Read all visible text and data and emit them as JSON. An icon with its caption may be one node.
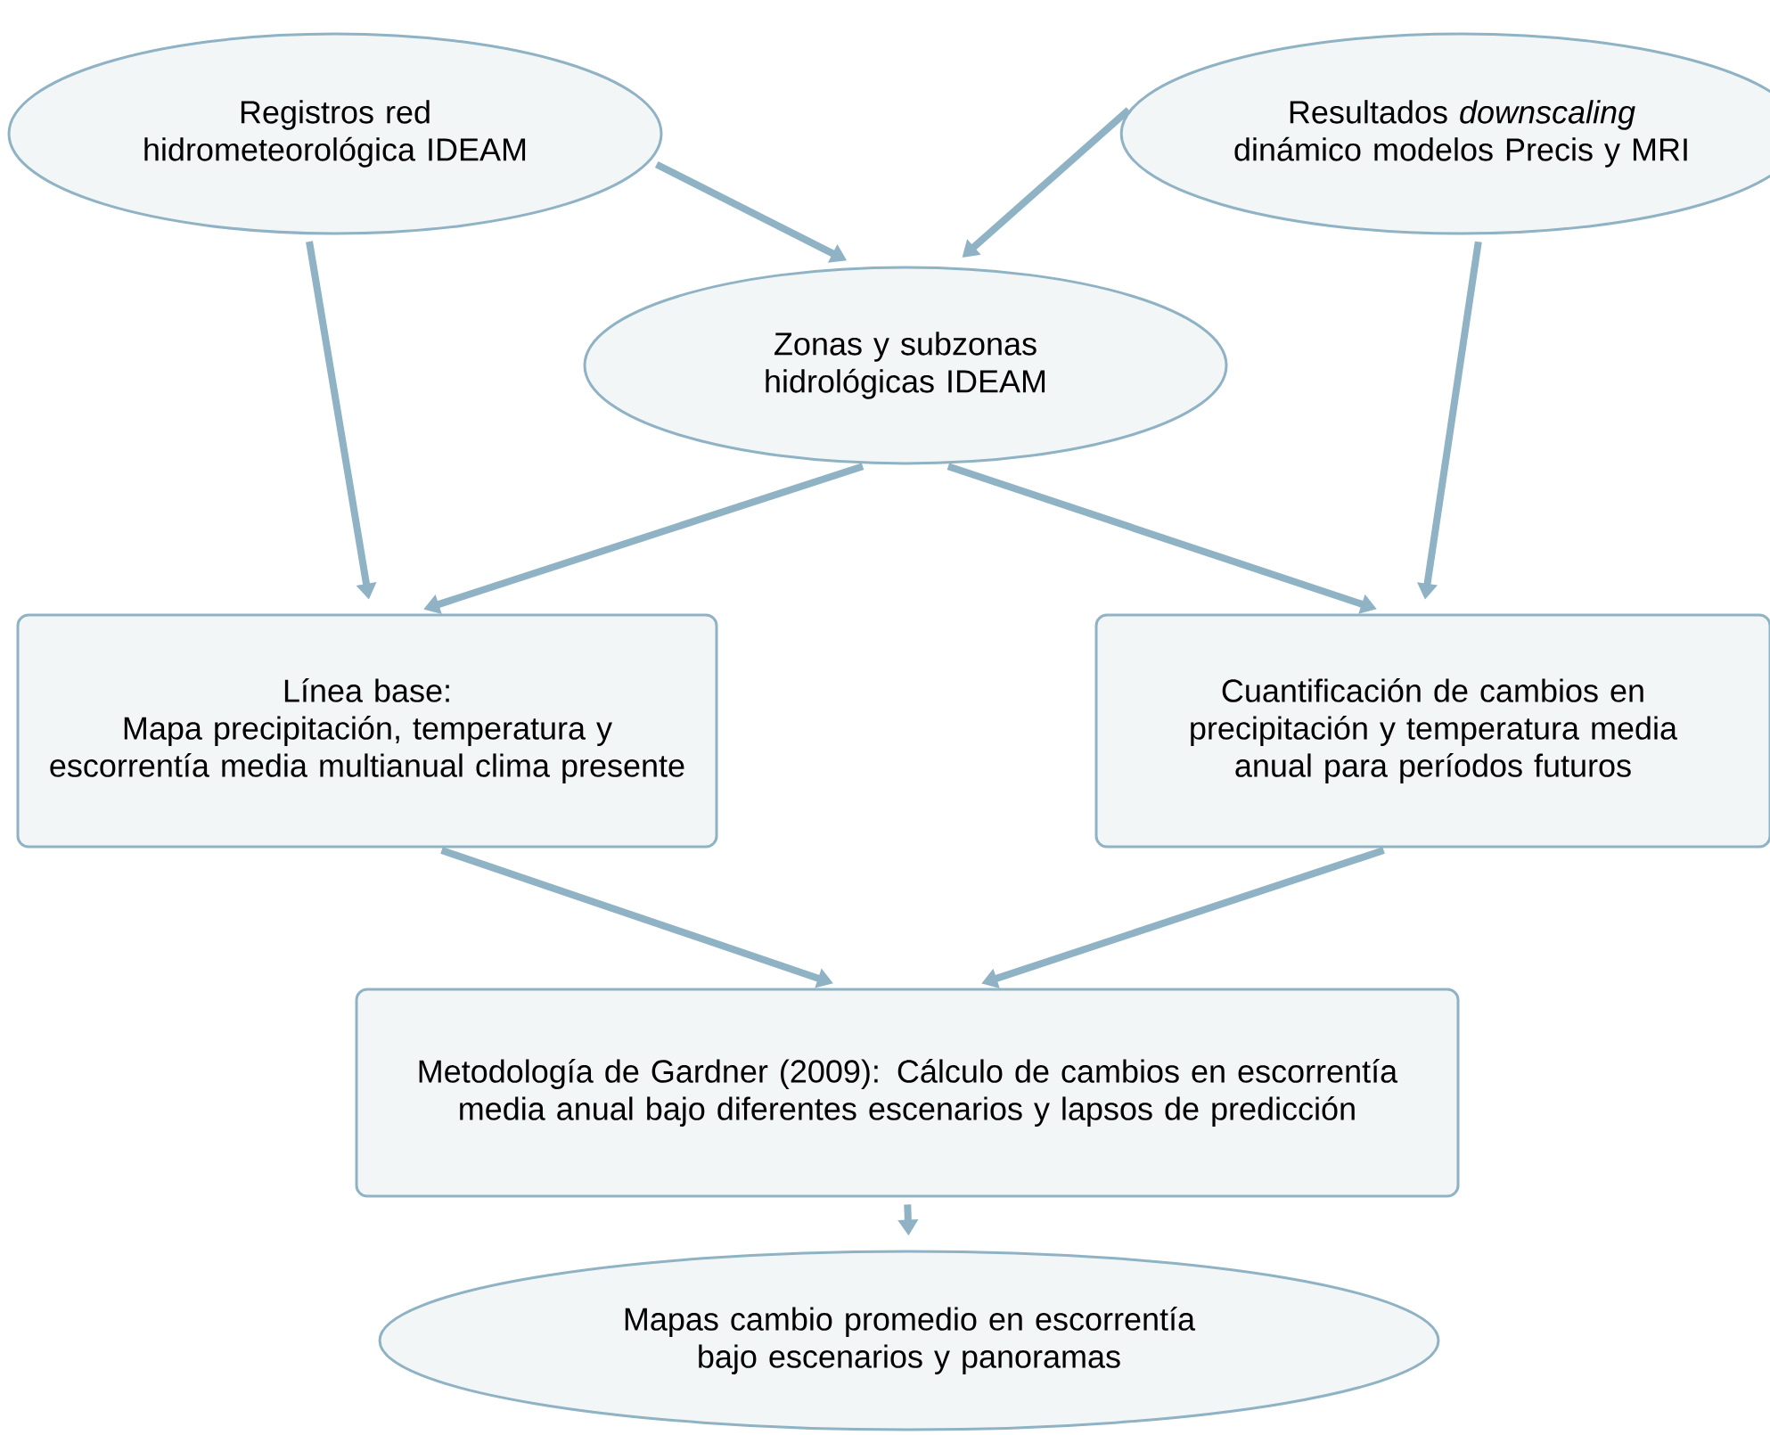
{
  "diagram": {
    "nodes": [
      {
        "text": [
          "Registros red hidrometeorológica IDEAM"
        ]
      },
      {
        "text": [
          "Resultados *downscaling* dinámico modelos Precis y MRI"
        ]
      },
      {
        "text": [
          "Zonas y subzonas hidrológicas IDEAM"
        ]
      },
      {
        "text": [
          "Línea base:",
          "Mapa precipitación, temperatura y escorrentía media multianual clima presente"
        ]
      },
      {
        "text": [
          "Cuantificación de cambios en precipitación y temperatura media anual para períodos futuros"
        ]
      },
      {
        "text": [
          "Metodología de Gardner (2009): Cálculo de cambios en escorrentía media anual bajo diferentes escenarios y lapsos de predicción"
        ]
      },
      {
        "text": [
          "Mapas cambio promedio en escorrentía bajo escenarios y panoramas"
        ]
      }
    ],
    "edges": [
      {
        "from": 0,
        "to": 2,
        "arrow": "to"
      },
      {
        "from": 1,
        "to": 2,
        "arrow": "to"
      },
      {
        "from": 0,
        "to": 3,
        "arrow": "to"
      },
      {
        "from": 2,
        "to": 3,
        "arrow": "to"
      },
      {
        "from": 2,
        "to": 4,
        "arrow": "to"
      },
      {
        "from": 1,
        "to": 4,
        "arrow": "to"
      },
      {
        "from": 3,
        "to": 5,
        "arrow": "to"
      },
      {
        "from": 4,
        "to": 5,
        "arrow": "to"
      },
      {
        "from": 5,
        "to": 6,
        "arrow": "to"
      }
    ]
  }
}
